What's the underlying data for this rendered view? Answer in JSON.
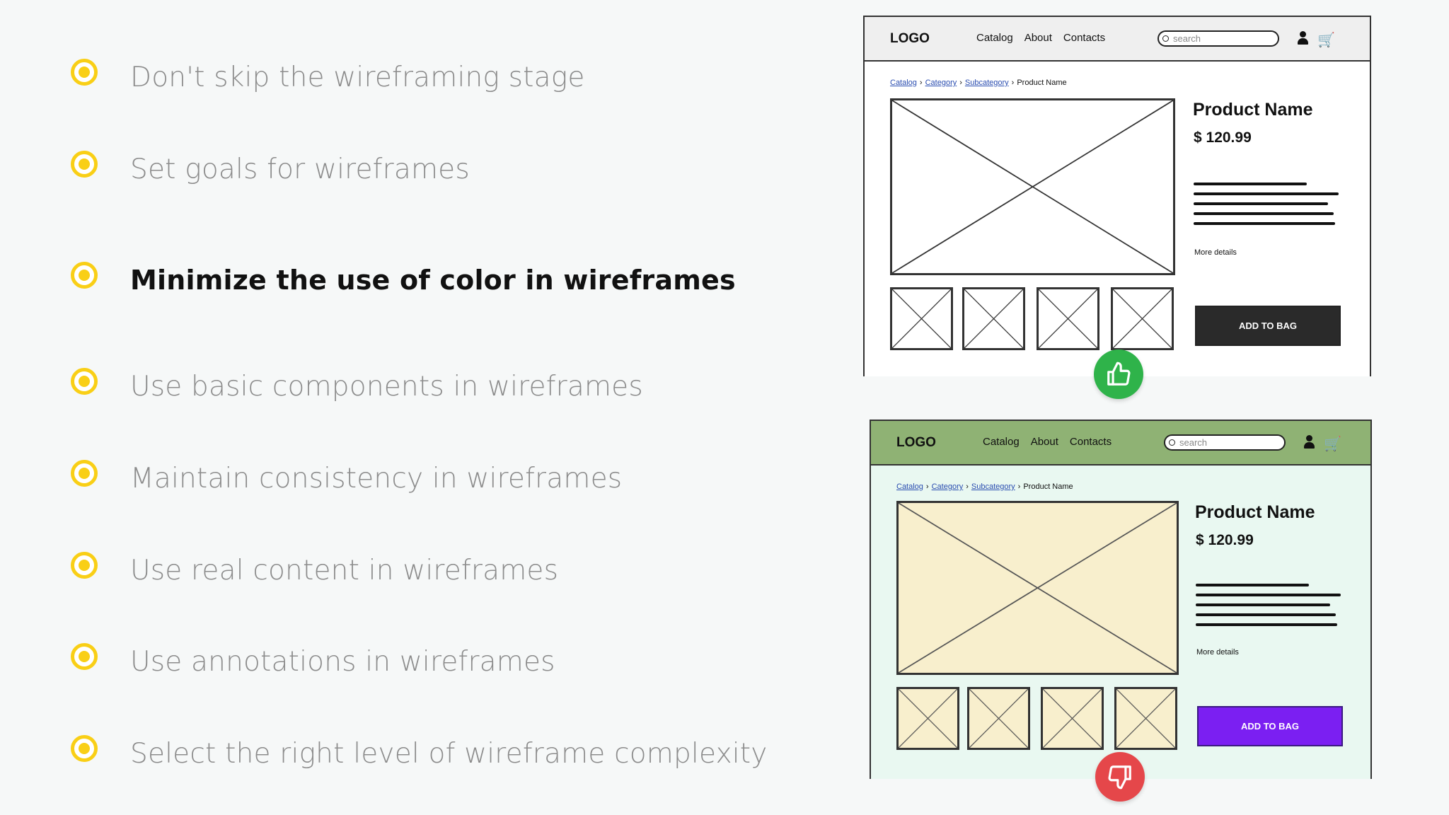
{
  "tips": [
    {
      "label": "Don't skip the wireframing stage",
      "active": false
    },
    {
      "label": "Set goals for wireframes",
      "active": false
    },
    {
      "label": "Minimize the use of color in wireframes",
      "active": true
    },
    {
      "label": "Use basic components in wireframes",
      "active": false
    },
    {
      "label": "Maintain consistency in wireframes",
      "active": false
    },
    {
      "label": "Use real content in wireframes",
      "active": false
    },
    {
      "label": "Use annotations in wireframes",
      "active": false
    },
    {
      "label": "Select the right level of wireframe complexity",
      "active": false
    }
  ],
  "colors": {
    "bullet": "#f9cf16",
    "good_badge": "#2fb34a",
    "bad_badge": "#e5474a",
    "colored_header": "#8fb274",
    "colored_background": "#e9f8f1",
    "colored_placeholder": "#f8efcd",
    "colored_button": "#7b1ff2"
  },
  "wireframe": {
    "logo": "LOGO",
    "nav": [
      "Catalog",
      "About",
      "Contacts"
    ],
    "search_placeholder": "search",
    "breadcrumb": [
      "Catalog",
      "Category",
      "Subcategory",
      "Product Name"
    ],
    "product_name": "Product Name",
    "price": "$ 120.99",
    "more_details": "More details",
    "add_to_bag": "ADD TO BAG"
  },
  "verdicts": {
    "top": "thumbs-up-icon",
    "bottom": "thumbs-down-icon"
  }
}
